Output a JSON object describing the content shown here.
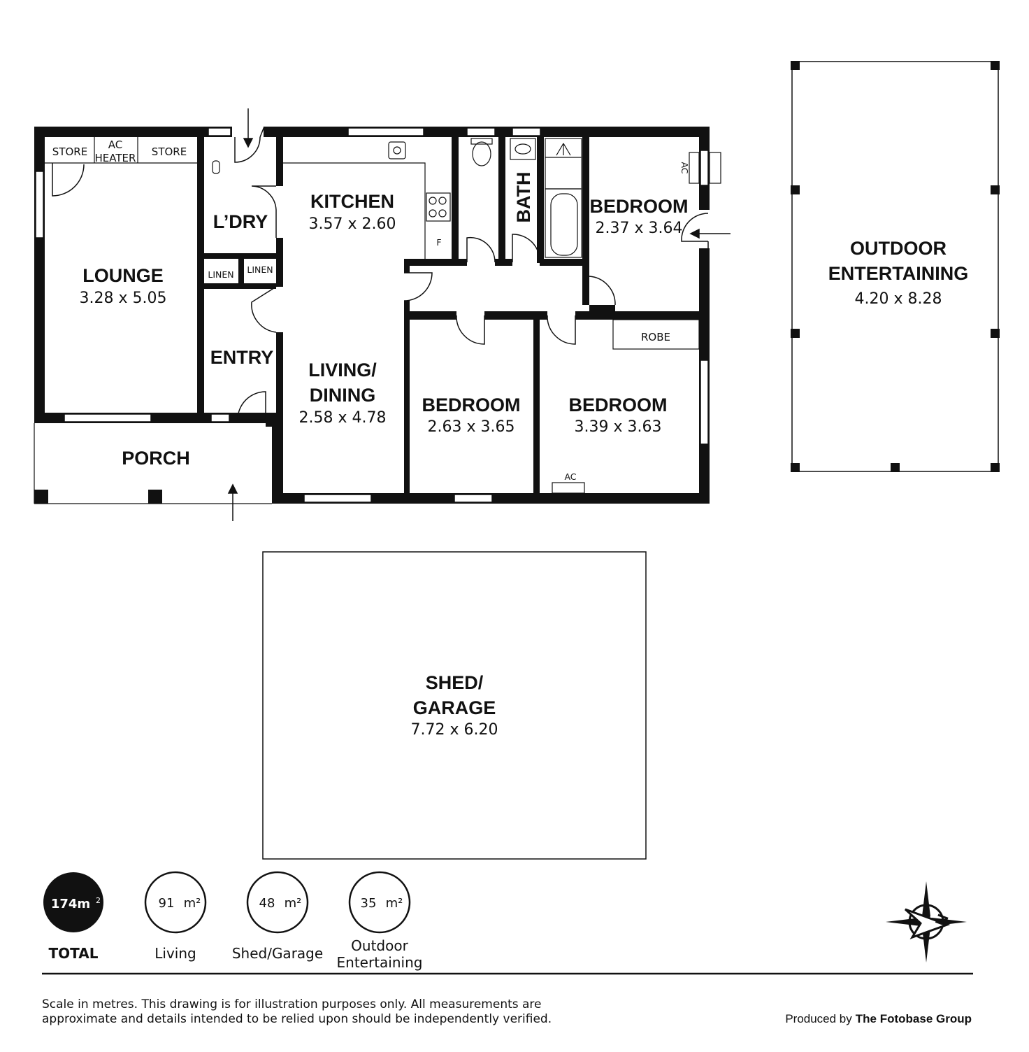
{
  "rooms": {
    "lounge": {
      "name": "LOUNGE",
      "dims": "3.28 x 5.05"
    },
    "kitchen": {
      "name": "KITCHEN",
      "dims": "3.57 x 2.60"
    },
    "laundry": {
      "name": "L’DRY"
    },
    "entry": {
      "name": "ENTRY"
    },
    "living_line1": "LIVING/",
    "living_line2": "DINING",
    "living_dims": "2.58 x 4.78",
    "bath": {
      "name": "BATH"
    },
    "bedroom1": {
      "name": "BEDROOM",
      "dims": "2.37 x 3.64"
    },
    "bedroom2": {
      "name": "BEDROOM",
      "dims": "2.63 x 3.65"
    },
    "bedroom3": {
      "name": "BEDROOM",
      "dims": "3.39 x 3.63"
    },
    "porch": {
      "name": "PORCH"
    },
    "outdoor_line1": "OUTDOOR",
    "outdoor_line2": "ENTERTAINING",
    "outdoor_dims": "4.20 x 8.28",
    "shed_line1": "SHED/",
    "shed_line2": "GARAGE",
    "shed_dims": "7.72 x 6.20"
  },
  "fixtures": {
    "store_left": "STORE",
    "ac_heater_line1": "AC",
    "ac_heater_line2": "HEATER",
    "store_right": "STORE",
    "linen_left": "LINEN",
    "linen_right": "LINEN",
    "fridge": "F",
    "robe": "ROBE",
    "ac_bedroom1": "AC",
    "ac_bedroom3": "AC"
  },
  "areas": [
    {
      "value": "174m",
      "unit": "2",
      "label": "TOTAL"
    },
    {
      "value": "91",
      "unit": "m²",
      "label": "Living"
    },
    {
      "value": "48",
      "unit": "m²",
      "label": "Shed/Garage"
    },
    {
      "value": "35",
      "unit": "m²",
      "label_line1": "Outdoor",
      "label_line2": "Entertaining"
    }
  ],
  "disclaimer_line1": "Scale in metres. This drawing is for illustration purposes only. All measurements are",
  "disclaimer_line2": "approximate and details intended to be relied upon should be independently verified.",
  "credit_prefix": "Produced by",
  "credit_brand": "The Fotobase Group",
  "compass_letter": "N",
  "colors": {
    "wall": "#111111",
    "background": "#ffffff"
  }
}
